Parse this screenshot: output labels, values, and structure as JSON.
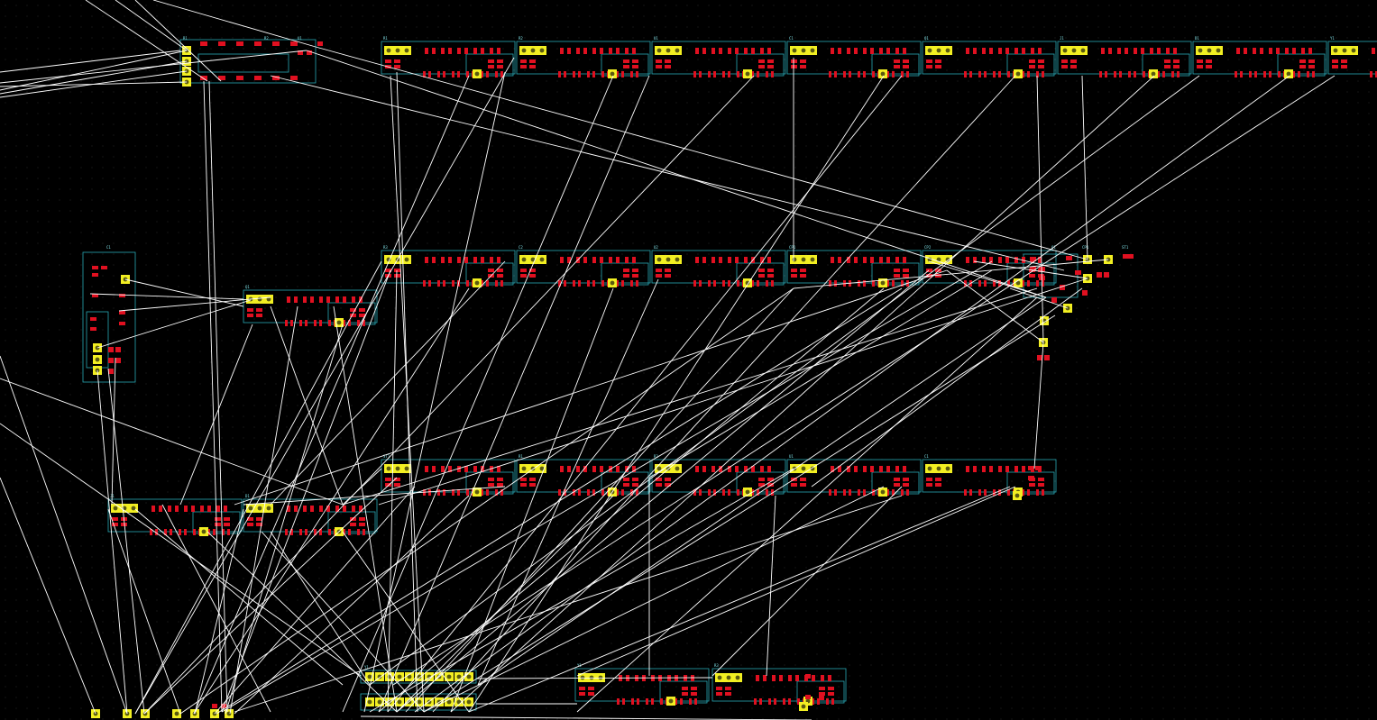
{
  "app": {
    "name": "",
    "view": "pcb-layout"
  },
  "colors": {
    "background": "#000000",
    "grid_dot": "#2a2a2a",
    "ratsnest": "#ffffff",
    "outline": "#2aa8b5",
    "pad_smd": "#e01020",
    "pad_tht": "#f2ef22",
    "pad_tht_drill": "#5a5a10",
    "silk": "#7fe0e6"
  },
  "layers": {
    "ratsnest": "Ratsnest",
    "outline": "Component outlines",
    "pads_smd": "SMD pads",
    "pads_tht": "Through-hole pads"
  },
  "component_refs": {
    "visible_label_text": [
      "R1",
      "R2",
      "U1",
      "C1",
      "Q1",
      "J1",
      "D1",
      "Y1",
      "R3",
      "C2",
      "U2",
      "CP1",
      "CP2",
      "ST1"
    ]
  }
}
